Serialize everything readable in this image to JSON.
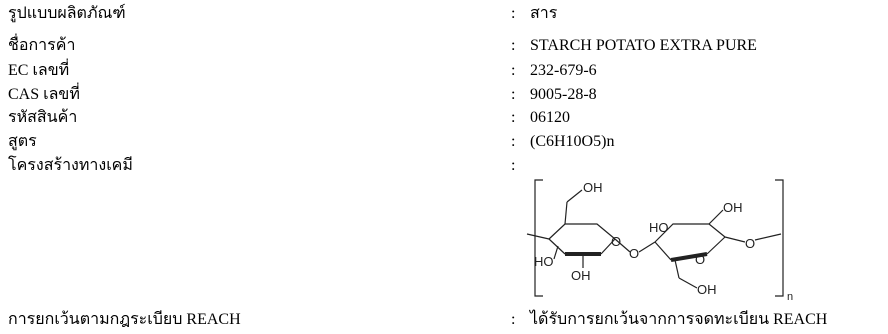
{
  "rows": [
    {
      "label": "รูปแบบผลิตภัณฑ์",
      "colon": ":",
      "value": "สาร"
    },
    {
      "label": "ชื่อการค้า",
      "colon": ":",
      "value": "STARCH POTATO EXTRA PURE"
    },
    {
      "label": "EC เลขที่",
      "colon": ":",
      "value": "232-679-6"
    },
    {
      "label": "CAS เลขที่",
      "colon": ":",
      "value": "9005-28-8"
    },
    {
      "label": "รหัสสินค้า",
      "colon": ":",
      "value": "06120"
    },
    {
      "label": "สูตร",
      "colon": ":",
      "value": "(C6H10O5)n"
    },
    {
      "label": "โครงสร้างทางเคมี",
      "colon": ":"
    },
    {
      "label": "การยกเว้นตามกฎระเบียบ REACH",
      "colon": ":",
      "value": "ได้รับการยกเว้นจากการจดทะเบียน REACH"
    }
  ],
  "structure": {
    "atoms": {
      "oh_top_left": "OH",
      "oh_top_right": "OH",
      "ho_left": "HO",
      "oh_bottom_left": "OH",
      "ho_mid": "HO",
      "o_ring_left": "O",
      "o_link": "O",
      "o_ring_right": "O",
      "o_end": "O",
      "oh_bottom_right": "OH",
      "subscript_n": "n"
    }
  }
}
